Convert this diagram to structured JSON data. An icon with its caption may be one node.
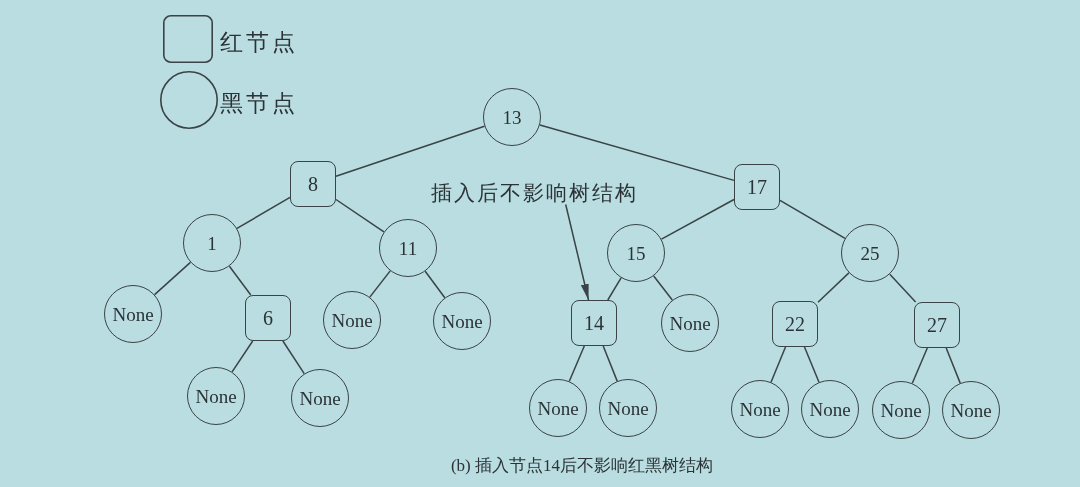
{
  "diagram": {
    "caption": "(b) 插入节点14后不影响红黑树结构",
    "nodes": [
      {
        "text": [
          "13"
        ]
      },
      {
        "text": [
          "8"
        ]
      },
      {
        "text": [
          "插入后不影响树结构"
        ]
      },
      {
        "text": [
          "17"
        ]
      },
      {
        "text": [
          "1"
        ]
      },
      {
        "text": [
          "11"
        ]
      },
      {
        "text": [
          "15"
        ]
      },
      {
        "text": [
          "25"
        ]
      },
      {
        "text": [
          "None"
        ]
      },
      {
        "text": [
          "6"
        ]
      },
      {
        "text": [
          "None"
        ]
      },
      {
        "text": [
          "None"
        ]
      },
      {
        "text": [
          "14"
        ]
      },
      {
        "text": [
          "None"
        ]
      },
      {
        "text": [
          "22"
        ]
      },
      {
        "text": [
          "27"
        ]
      },
      {
        "text": [
          "None"
        ]
      },
      {
        "text": [
          "None"
        ]
      },
      {
        "text": [
          "None"
        ]
      },
      {
        "text": [
          "None"
        ]
      },
      {
        "text": [
          "None"
        ]
      },
      {
        "text": [
          "None"
        ]
      },
      {
        "text": [
          "None"
        ]
      },
      {
        "text": [
          "None"
        ]
      }
    ],
    "edges": [
      {
        "from": 0,
        "to": 1,
        "arrow": "none"
      },
      {
        "from": 0,
        "to": 3,
        "arrow": "none"
      },
      {
        "from": 1,
        "to": 4,
        "arrow": "none"
      },
      {
        "from": 1,
        "to": 5,
        "arrow": "none"
      },
      {
        "from": 4,
        "to": 8,
        "arrow": "none"
      },
      {
        "from": 4,
        "to": 9,
        "arrow": "none"
      },
      {
        "from": 9,
        "to": 16,
        "arrow": "none"
      },
      {
        "from": 9,
        "to": 17,
        "arrow": "none"
      },
      {
        "from": 5,
        "to": 10,
        "arrow": "none"
      },
      {
        "from": 5,
        "to": 11,
        "arrow": "none"
      },
      {
        "from": 3,
        "to": 6,
        "arrow": "none"
      },
      {
        "from": 3,
        "to": 7,
        "arrow": "none"
      },
      {
        "from": 6,
        "to": 12,
        "arrow": "none"
      },
      {
        "from": 6,
        "to": 13,
        "arrow": "none"
      },
      {
        "from": 12,
        "to": 18,
        "arrow": "none"
      },
      {
        "from": 12,
        "to": 19,
        "arrow": "none"
      },
      {
        "from": 7,
        "to": 14,
        "arrow": "none"
      },
      {
        "from": 7,
        "to": 15,
        "arrow": "none"
      },
      {
        "from": 14,
        "to": 20,
        "arrow": "none"
      },
      {
        "from": 14,
        "to": 21,
        "arrow": "none"
      },
      {
        "from": 15,
        "to": 22,
        "arrow": "none"
      },
      {
        "from": 15,
        "to": 23,
        "arrow": "none"
      },
      {
        "from": 2,
        "to": 12,
        "arrow": "to"
      }
    ],
    "legend": [
      {
        "text": "红节点"
      },
      {
        "text": "黑节点"
      }
    ]
  }
}
